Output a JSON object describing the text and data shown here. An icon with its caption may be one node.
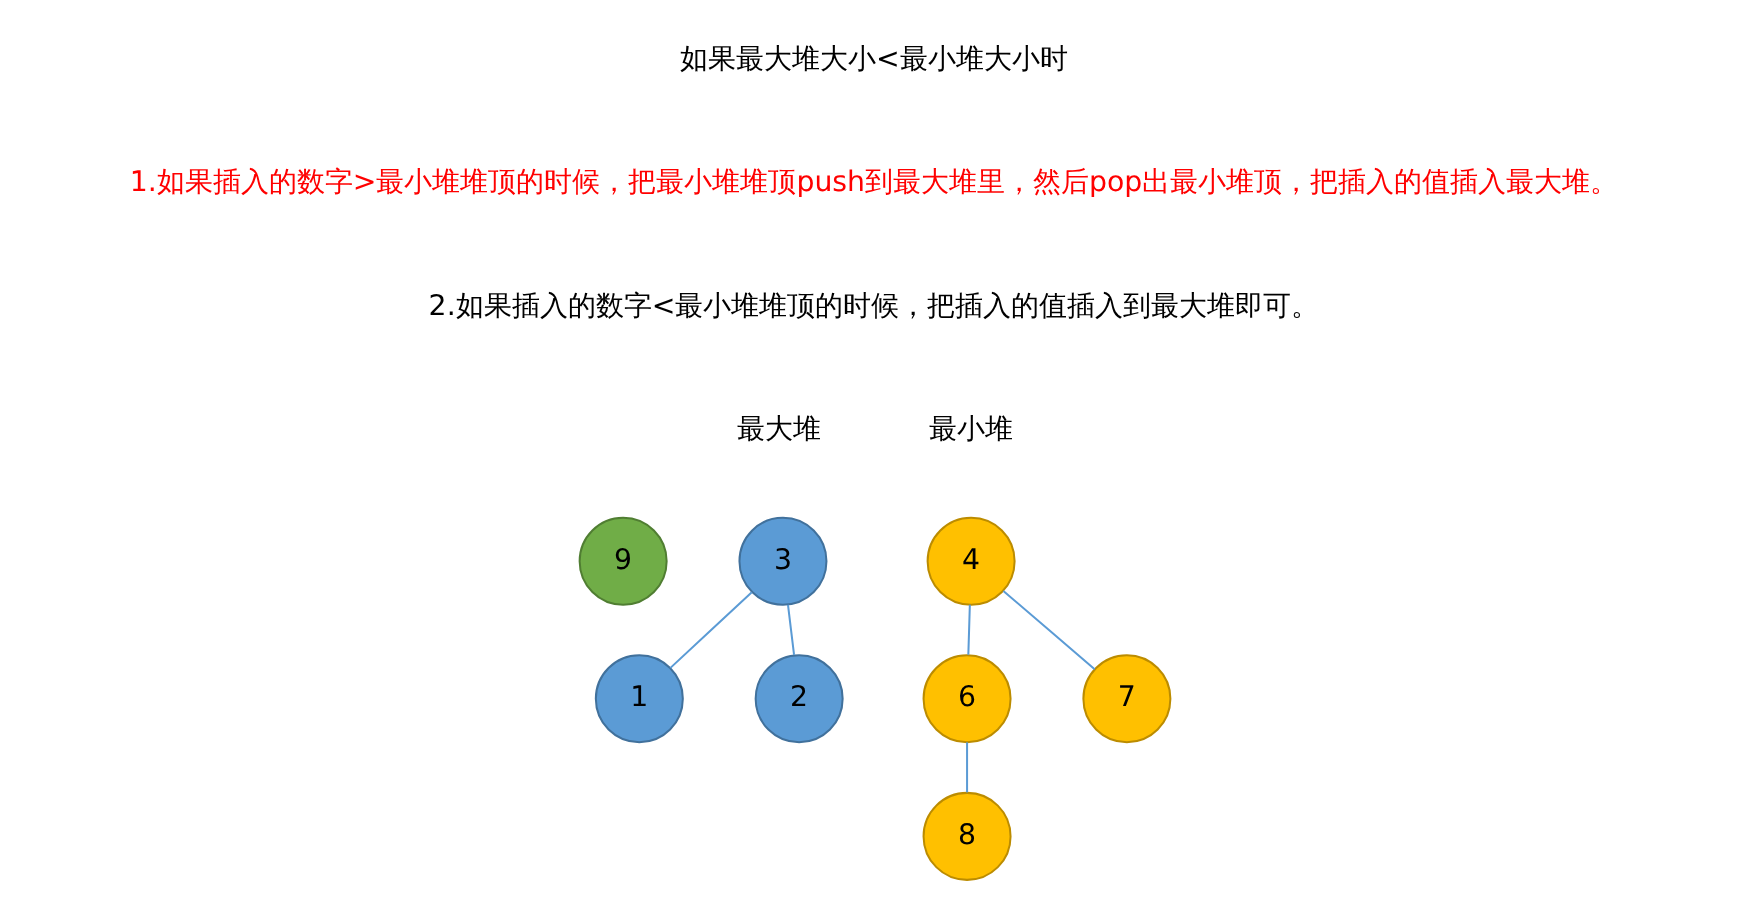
{
  "diagram": {
    "nodes": [
      {
        "text": [
          "9"
        ]
      },
      {
        "text": [
          "3"
        ]
      },
      {
        "text": [
          "1"
        ]
      },
      {
        "text": [
          "2"
        ]
      },
      {
        "text": [
          "4"
        ]
      },
      {
        "text": [
          "6"
        ]
      },
      {
        "text": [
          "7"
        ]
      },
      {
        "text": [
          "8"
        ]
      }
    ],
    "edges": [
      {
        "from": 1,
        "to": 2,
        "arrow": "none"
      },
      {
        "from": 1,
        "to": 3,
        "arrow": "none"
      },
      {
        "from": 4,
        "to": 5,
        "arrow": "none"
      },
      {
        "from": 4,
        "to": 6,
        "arrow": "none"
      },
      {
        "from": 5,
        "to": 7,
        "arrow": "none"
      }
    ],
    "labels": [
      "如果最大堆大小<最小堆大小时",
      "1.如果插入的数字>最小堆堆顶的时候，把最小堆堆顶push到最大堆里，然后pop出最小堆顶，把插入的值插入最大堆。",
      "2.如果插入的数字<最小堆堆顶的时候，把插入的值插入到最大堆即可。",
      "最大堆",
      "最小堆"
    ]
  }
}
